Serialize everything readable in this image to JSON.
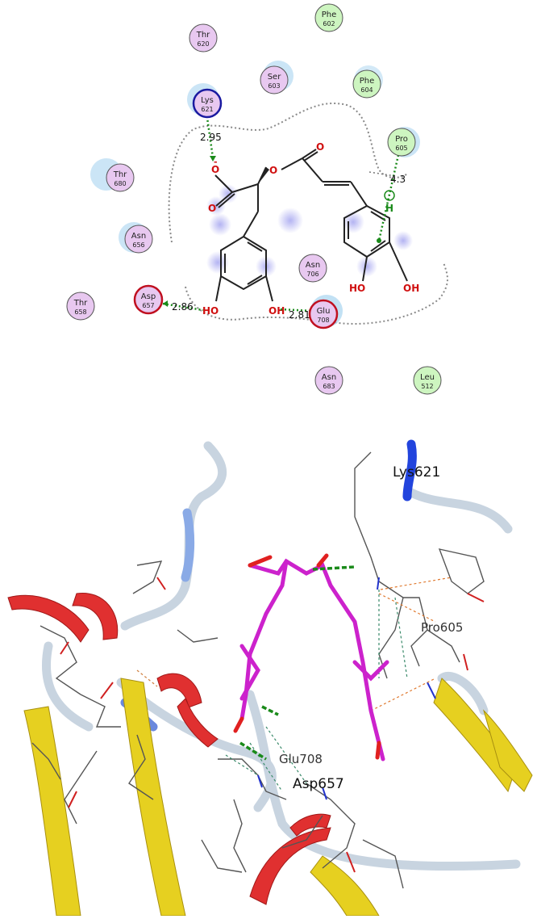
{
  "interaction_diagram": {
    "residues": [
      {
        "id": "phe602",
        "name": "Phe",
        "num": "602",
        "kind": "hydrophobic"
      },
      {
        "id": "thr620",
        "name": "Thr",
        "num": "620",
        "kind": "polar"
      },
      {
        "id": "ser603",
        "name": "Ser",
        "num": "603",
        "kind": "polar"
      },
      {
        "id": "phe604",
        "name": "Phe",
        "num": "604",
        "kind": "hydrophobic"
      },
      {
        "id": "lys621",
        "name": "Lys",
        "num": "621",
        "kind": "positive"
      },
      {
        "id": "pro605",
        "name": "Pro",
        "num": "605",
        "kind": "hydrophobic"
      },
      {
        "id": "thr680",
        "name": "Thr",
        "num": "680",
        "kind": "polar"
      },
      {
        "id": "asn656",
        "name": "Asn",
        "num": "656",
        "kind": "polar"
      },
      {
        "id": "asn706",
        "name": "Asn",
        "num": "706",
        "kind": "polar"
      },
      {
        "id": "thr658",
        "name": "Thr",
        "num": "658",
        "kind": "polar"
      },
      {
        "id": "asp657",
        "name": "Asp",
        "num": "657",
        "kind": "negative"
      },
      {
        "id": "glu708",
        "name": "Glu",
        "num": "708",
        "kind": "negative"
      },
      {
        "id": "asn683",
        "name": "Asn",
        "num": "683",
        "kind": "polar"
      },
      {
        "id": "leu512",
        "name": "Leu",
        "num": "512",
        "kind": "hydrophobic"
      }
    ],
    "distances": {
      "lys621": "2.95",
      "pro605": "4.3",
      "asp657": "2.86",
      "glu708": "2.81"
    },
    "atoms": {
      "o1": "O",
      "o1_charge": "-",
      "o2": "O",
      "o3": "O",
      "o4": "O",
      "oh1": "HO",
      "oh2": "OH",
      "oh3": "HO",
      "oh4": "OH",
      "h": "H"
    },
    "colors": {
      "polar": "#e8c8f0",
      "hydrophobic": "#cdf5c0",
      "negative": "#c01020",
      "positive": "#1a1aa0",
      "hbond": "#1a8a1a",
      "pocket": "#888888"
    }
  },
  "structure_view": {
    "labels": {
      "lys621": "Lys621",
      "pro605": "Pro605",
      "glu708": "Glu708",
      "asp657": "Asp657"
    },
    "colors": {
      "ligand": "#cc22cc",
      "helix": "#e03030",
      "sheet": "#e6d020",
      "coil": "#c8d4e0"
    }
  }
}
